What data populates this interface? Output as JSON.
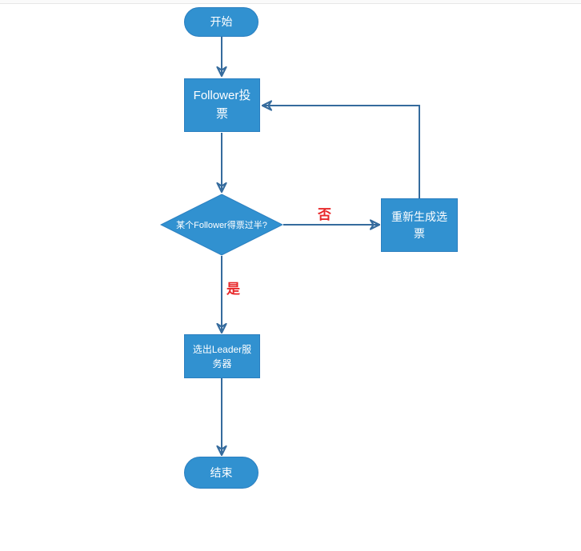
{
  "diagram": {
    "title": "leader-election-flowchart",
    "nodes": {
      "start": {
        "label": "开始",
        "shape": "terminator"
      },
      "vote": {
        "label": "Follower投票",
        "shape": "process"
      },
      "decision": {
        "label": "某个Follower得票过半?",
        "shape": "decision"
      },
      "regenerate": {
        "label": "重新生成选票",
        "shape": "process"
      },
      "elect": {
        "label": "选出Leader服务器",
        "shape": "process"
      },
      "end": {
        "label": "结束",
        "shape": "terminator"
      }
    },
    "edge_labels": {
      "no": "否",
      "yes": "是"
    },
    "edges": [
      {
        "from": "start",
        "to": "vote",
        "label": ""
      },
      {
        "from": "vote",
        "to": "decision",
        "label": ""
      },
      {
        "from": "decision",
        "to": "regenerate",
        "label": "否"
      },
      {
        "from": "regenerate",
        "to": "vote",
        "label": ""
      },
      {
        "from": "decision",
        "to": "elect",
        "label": "是"
      },
      {
        "from": "elect",
        "to": "end",
        "label": ""
      }
    ],
    "colors": {
      "node_fill": "#3191d0",
      "node_border": "#2b7fc0",
      "node_text": "#ffffff",
      "connector": "#356b9d",
      "edge_label": "#e8282a",
      "canvas_bg": "#ffffff"
    }
  }
}
